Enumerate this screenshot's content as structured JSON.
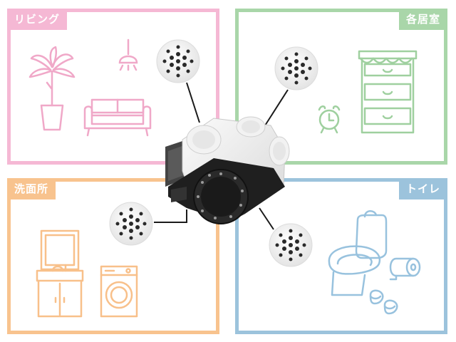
{
  "rooms": {
    "living": {
      "label": "リビング",
      "color": "#f5b8d4"
    },
    "bedroom": {
      "label": "各居室",
      "color": "#a9d6a9"
    },
    "washroom": {
      "label": "洗面所",
      "color": "#f8c38e"
    },
    "toilet": {
      "label": "トイレ",
      "color": "#9cc3dc"
    }
  },
  "unit": {
    "icon": "ventilation-fan-unit"
  },
  "vents": {
    "icon": "round-air-vent-grille",
    "count": 4
  }
}
